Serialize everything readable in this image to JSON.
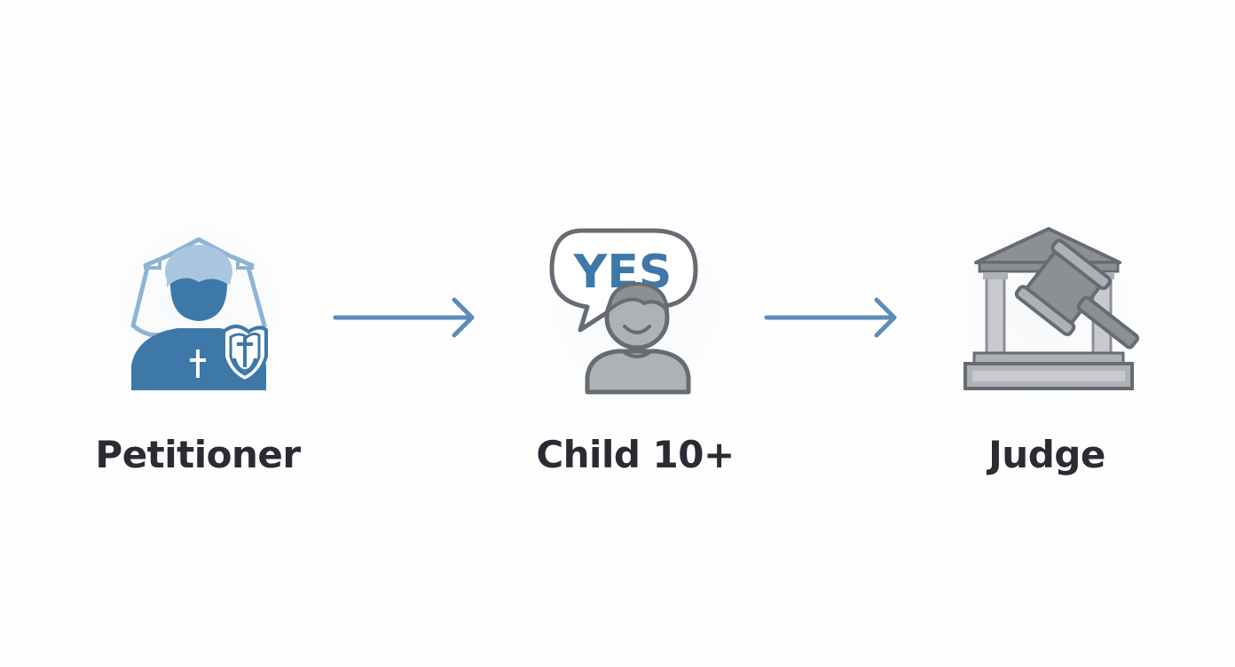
{
  "steps": [
    {
      "id": "petitioner",
      "label": "Petitioner",
      "icon": "petitioner-icon"
    },
    {
      "id": "child",
      "label": "Child 10+",
      "icon": "child-consent-icon",
      "speech_text": "YES"
    },
    {
      "id": "judge",
      "label": "Judge",
      "icon": "courthouse-gavel-icon"
    }
  ],
  "connectors": [
    {
      "from": "petitioner",
      "to": "child",
      "icon": "arrow-right-icon"
    },
    {
      "from": "child",
      "to": "judge",
      "icon": "arrow-right-icon"
    }
  ],
  "colors": {
    "primary_blue": "#3d78a8",
    "light_blue": "#9fbdd8",
    "arrow_blue": "#5b8db8",
    "gray": "#8c8f94",
    "dark_gray": "#5f6368",
    "label_text": "#2b2b33"
  }
}
